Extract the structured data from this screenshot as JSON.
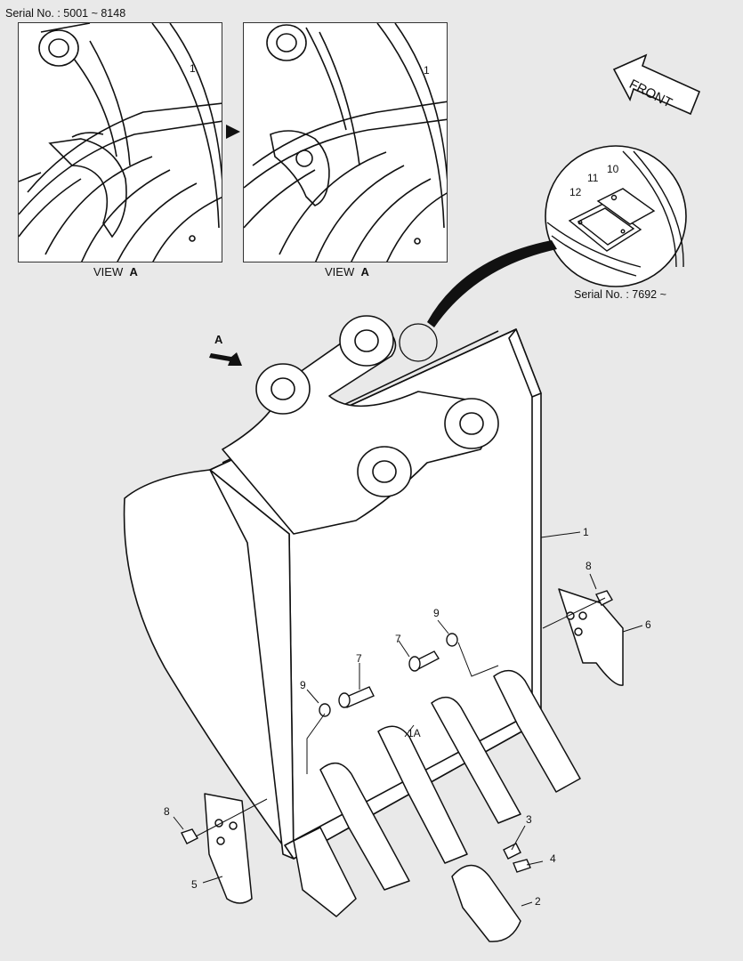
{
  "header": {
    "serial_range": "Serial No. : 5001 ~ 8148"
  },
  "views": [
    {
      "label_prefix": "VIEW",
      "label_letter": "A",
      "callout": "1"
    },
    {
      "label_prefix": "VIEW",
      "label_letter": "A",
      "callout": "1"
    }
  ],
  "front_arrow": {
    "label": "FRONT"
  },
  "detail_inset": {
    "serial": "Serial No. : 7692 ~",
    "callouts": [
      "10",
      "11",
      "12"
    ]
  },
  "view_marker": {
    "letter": "A"
  },
  "parts": [
    {
      "id": "part-1",
      "label": "1"
    },
    {
      "id": "part-1A",
      "label": "1A"
    },
    {
      "id": "part-2",
      "label": "2"
    },
    {
      "id": "part-3",
      "label": "3"
    },
    {
      "id": "part-4",
      "label": "4"
    },
    {
      "id": "part-5",
      "label": "5"
    },
    {
      "id": "part-6",
      "label": "6"
    },
    {
      "id": "part-7a",
      "label": "7"
    },
    {
      "id": "part-7b",
      "label": "7"
    },
    {
      "id": "part-8a",
      "label": "8"
    },
    {
      "id": "part-8b",
      "label": "8"
    },
    {
      "id": "part-9a",
      "label": "9"
    },
    {
      "id": "part-9b",
      "label": "9"
    }
  ]
}
